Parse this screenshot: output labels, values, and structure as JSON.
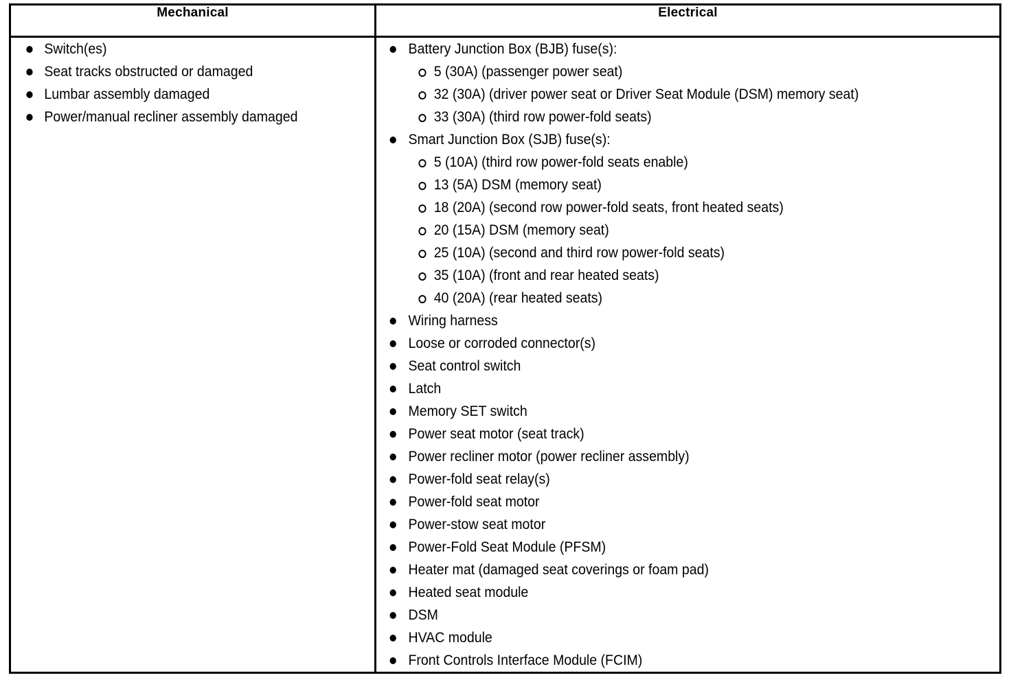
{
  "table": {
    "columns": [
      {
        "id": "mechanical",
        "header": "Mechanical"
      },
      {
        "id": "electrical",
        "header": "Electrical"
      }
    ],
    "mechanical_items": [
      {
        "level": 1,
        "text": "Switch(es)"
      },
      {
        "level": 1,
        "text": "Seat tracks obstructed or damaged"
      },
      {
        "level": 1,
        "text": "Lumbar assembly damaged"
      },
      {
        "level": 1,
        "text": "Power/manual recliner assembly damaged"
      }
    ],
    "electrical_items": [
      {
        "level": 1,
        "text": "Battery Junction Box (BJB) fuse(s):"
      },
      {
        "level": 2,
        "text": "5 (30A) (passenger power seat)"
      },
      {
        "level": 2,
        "text": "32 (30A) (driver power seat or Driver Seat Module (DSM) memory seat)"
      },
      {
        "level": 2,
        "text": "33 (30A) (third row power-fold seats)"
      },
      {
        "level": 1,
        "text": "Smart Junction Box (SJB) fuse(s):"
      },
      {
        "level": 2,
        "text": "5 (10A) (third row power-fold seats enable)"
      },
      {
        "level": 2,
        "text": "13 (5A) DSM (memory seat)"
      },
      {
        "level": 2,
        "text": "18 (20A) (second row power-fold seats, front heated seats)"
      },
      {
        "level": 2,
        "text": "20 (15A) DSM (memory seat)"
      },
      {
        "level": 2,
        "text": "25 (10A) (second and third row power-fold seats)"
      },
      {
        "level": 2,
        "text": "35 (10A) (front and rear heated seats)"
      },
      {
        "level": 2,
        "text": "40 (20A) (rear heated seats)"
      },
      {
        "level": 1,
        "text": "Wiring harness"
      },
      {
        "level": 1,
        "text": "Loose or corroded connector(s)"
      },
      {
        "level": 1,
        "text": "Seat control switch"
      },
      {
        "level": 1,
        "text": "Latch"
      },
      {
        "level": 1,
        "text": "Memory SET switch"
      },
      {
        "level": 1,
        "text": "Power seat motor (seat track)"
      },
      {
        "level": 1,
        "text": "Power recliner motor (power recliner assembly)"
      },
      {
        "level": 1,
        "text": "Power-fold seat relay(s)"
      },
      {
        "level": 1,
        "text": "Power-fold seat motor"
      },
      {
        "level": 1,
        "text": "Power-stow seat motor"
      },
      {
        "level": 1,
        "text": "Power-Fold Seat Module (PFSM)"
      },
      {
        "level": 1,
        "text": "Heater mat (damaged seat coverings or foam pad)"
      },
      {
        "level": 1,
        "text": "Heated seat module"
      },
      {
        "level": 1,
        "text": "DSM"
      },
      {
        "level": 1,
        "text": "HVAC module"
      },
      {
        "level": 1,
        "text": "Front Controls Interface Module (FCIM)"
      }
    ]
  },
  "colors": {
    "border": "#000000",
    "text": "#000000",
    "background": "#ffffff"
  }
}
